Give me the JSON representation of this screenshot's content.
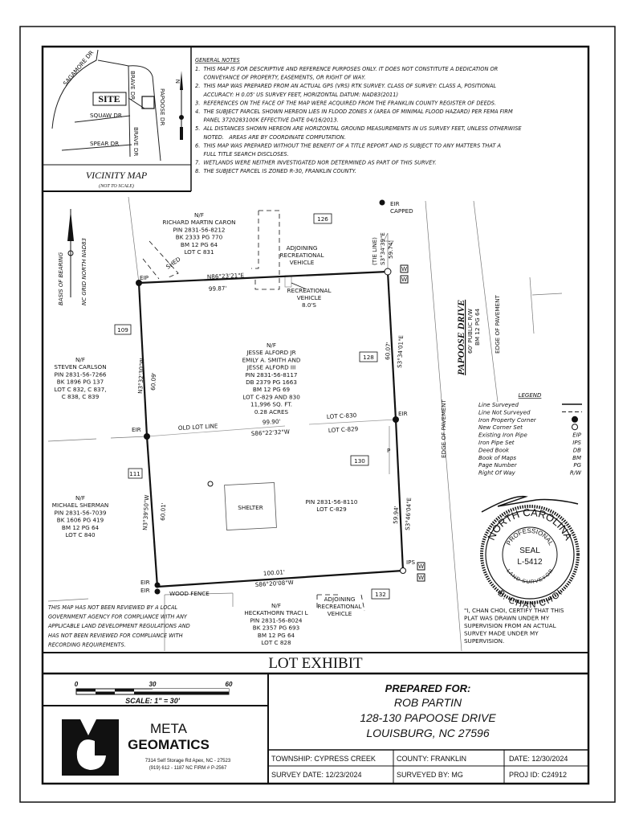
{
  "general_notes": {
    "title": "GENERAL NOTES",
    "lines": [
      "1.  THIS MAP IS FOR DESCRIPTIVE AND REFERENCE PURPOSES ONLY. IT DOES NOT CONSTITUTE A DEDICATION OR",
      "     CONVEYANCE OF PROPERTY, EASEMENTS, OR RIGHT OF WAY.",
      "2.  THIS MAP WAS PREPARED FROM AN ACTUAL GPS (VRS) RTK SURVEY. CLASS OF SURVEY: CLASS A, POSITIONAL",
      "     ACCURACY: H 0.05' US SURVEY FEET, HORIZONTAL DATUM: NAD83(2011)",
      "3.  REFERENCES ON THE FACE OF THE MAP WERE ACQUIRED FROM THE FRANKLIN COUNTY REGISTER OF DEEDS.",
      "4.  THE SUBJECT PARCEL SHOWN HEREON LIES IN FLOOD ZONES X (AREA OF MINIMAL FLOOD HAZARD) PER FEMA FIRM",
      "     PANEL 3720283100K EFFECTIVE DATE 04/16/2013.",
      "5.  ALL DISTANCES SHOWN HEREON ARE HORIZONTAL GROUND MEASUREMENTS IN US SURVEY FEET, UNLESS OTHERWISE",
      "     NOTED.   AREAS ARE BY COORDINATE COMPUTATION.",
      "6.  THIS MAP WAS PREPARED WITHOUT THE BENEFIT OF A TITLE REPORT AND IS SUBJECT TO ANY MATTERS THAT A",
      "     FULL TITLE SEARCH DISCLOSES.",
      "7.  WETLANDS WERE NEITHER INVESTIGATED NOR DETERMINED AS PART OF THIS SURVEY.",
      "8.  THE SUBJECT PARCEL IS ZONED R-30, FRANKLIN COUNTY."
    ]
  },
  "vicinity_map": {
    "title": "VICINITY MAP",
    "subtitle": "(NOT TO SCALE)",
    "site": "SITE",
    "north": "N",
    "roads": [
      "SAGAMORE DR",
      "BRAVE DR",
      "PAPOOSE DR",
      "SQUAW DR",
      "SPEAR DR",
      "BRAVE DR"
    ]
  },
  "basis_of_bearing": {
    "line1": "BASIS OF BEARING",
    "line2": "NC GRID NORTH NAD83"
  },
  "parcels": {
    "caron": [
      "N/F",
      "RICHARD MARTIN CARON",
      "PIN 2831-56-8212",
      "BK 2333 PG 770",
      "BM 12 PG 64",
      "LOT C 831"
    ],
    "subject": [
      "N/F",
      "JESSE ALFORD JR",
      "EMILY A. SMITH AND",
      "JESSE ALFORD III",
      "PIN 2831-56-8117",
      "DB 2379 PG 1663",
      "BM 12 PG 69",
      "LOT C-829 AND 830",
      "11,996 SQ. FT.",
      "0.28 ACRES"
    ],
    "carlson": [
      "N/F",
      "STEVEN CARLSON",
      "PIN 2831-56-7266",
      "BK 1896 PG 137",
      "LOT C 832, C 837,",
      "C 838, C 839"
    ],
    "sherman": [
      "N/F",
      "MICHAEL SHERMAN",
      "PIN 2831-56-7039",
      "BK 1606 PG 419",
      "BM 12 PG 64",
      "LOT C 840"
    ],
    "heckathorn": [
      "N/F",
      "HECKATHORN TRACI L",
      "PIN 2831-56-8024",
      "BK 2357 PG 693",
      "BM 12 PG 64",
      "LOT C 828"
    ],
    "lot829": [
      "PIN 2831-56-8110",
      "LOT C-829"
    ]
  },
  "house_numbers": {
    "n126": "126",
    "n109": "109",
    "n128": "128",
    "n130": "130",
    "n111": "111",
    "n132": "132"
  },
  "lines": {
    "north_bearing": "N86°23'21\"E",
    "north_dist": "99.87'",
    "tie_line": "(TIE LINE)",
    "tie_bearing": "S3°34'39\"E",
    "tie_dist": "59.74'",
    "east_upper_bearing": "S3°34'01\"E",
    "east_upper_dist": "60.07'",
    "east_lower_bearing": "S3°46'04\"E",
    "east_lower_dist": "59.94'",
    "south_bearing": "S86°20'08\"W",
    "south_dist": "100.01'",
    "west_upper_bearing": "N3°32'30\"W",
    "west_upper_dist": "60.09'",
    "west_lower_bearing": "N3°39'50\"W",
    "west_lower_dist": "60.01'",
    "old_lot_bearing": "S86°22'32\"W",
    "old_lot_dist": "99.90'",
    "old_lot_label": "OLD LOT LINE",
    "lot830": "LOT C-830",
    "lot829": "LOT C-829"
  },
  "labels": {
    "eip": "EIP",
    "eir": "EIR",
    "eir_capped_1": "EIR",
    "eir_capped_2": "CAPPED",
    "ips": "IPS",
    "shed": "SHED",
    "shelter": "SHELTER",
    "wood_fence": "WOOD FENCE",
    "adj_rv": [
      "ADJOINING",
      "RECREATIONAL",
      "VEHICLE"
    ],
    "rv": [
      "RECREATIONAL",
      "VEHICLE",
      "8.0'S"
    ],
    "adj_rv_south": [
      "ADJOINING",
      "RECREATIONAL",
      "VEHICLE"
    ],
    "water": "W",
    "edge_of_pavement": "EDGE OF PAVEMENT",
    "power": "P"
  },
  "road": {
    "name": "PAPOOSE DRIVE",
    "row": "60' PUBLIC R/W",
    "ref": "BM 12 PG 64"
  },
  "legend": {
    "title": "LEGEND",
    "items": [
      {
        "label": "Line Surveyed",
        "symbol": "solid-line"
      },
      {
        "label": "Line Not Surveyed",
        "symbol": "dashed-line"
      },
      {
        "label": "Iron Property Corner",
        "symbol": "filled-circle"
      },
      {
        "label": "New Corner Set",
        "symbol": "open-circle"
      },
      {
        "label": "Existing Iron Pipe",
        "symbol": "EIP"
      },
      {
        "label": "Iron Pipe Set",
        "symbol": "IPS"
      },
      {
        "label": "Deed Book",
        "symbol": "DB"
      },
      {
        "label": "Book of Maps",
        "symbol": "BM"
      },
      {
        "label": "Page Number",
        "symbol": "PG"
      },
      {
        "label": "Right Of Way",
        "symbol": "R/W"
      }
    ]
  },
  "seal": {
    "top": "NORTH CAROLINA",
    "inner": "PROFESSIONAL",
    "seal": "SEAL",
    "number": "L-5412",
    "bottom": "LAND SURVEYOR",
    "name": "B. CHAN CHOI"
  },
  "review_note": [
    "THIS MAP HAS NOT BEEN REVIEWED BY A LOCAL",
    "GOVERNMENT AGENCY FOR COMPLIANCE WITH ANY",
    "APPLICABLE LAND DEVELOPMENT REGULATIONS AND",
    "HAS NOT BEEN REVIEWED FOR COMPLIANCE WITH",
    "RECORDING REQUIREMENTS."
  ],
  "certification": [
    "\"I, CHAN CHOI, CERTIFY THAT THIS",
    "PLAT WAS DRAWN UNDER MY",
    "SUPERVISION FROM AN ACTUAL",
    "SURVEY MADE UNDER MY",
    "SUPERVISION."
  ],
  "title_band": "LOT EXHIBIT",
  "scale": {
    "ticks": [
      "0",
      "30",
      "60"
    ],
    "label": "SCALE:  1\" = 30'"
  },
  "company": {
    "name1": "META",
    "name2": "GEOMATICS",
    "address": "7314 Self Storage Rd Apex, NC - 27523",
    "phone": "(919) 612 - 1187 NC FIRM # P-2567"
  },
  "prepared_for": {
    "heading": "PREPARED FOR:",
    "name": "ROB PARTIN",
    "address1": "128-130 PAPOOSE DRIVE",
    "address2": "LOUISBURG, NC 27596"
  },
  "info": {
    "township": "TOWNSHIP: CYPRESS CREEK",
    "county": "COUNTY: FRANKLIN",
    "date": "DATE: 12/30/2024",
    "survey_date": "SURVEY DATE: 12/23/2024",
    "surveyed_by": "SURVEYED BY: MG",
    "proj_id": "PROJ ID: C24912"
  }
}
